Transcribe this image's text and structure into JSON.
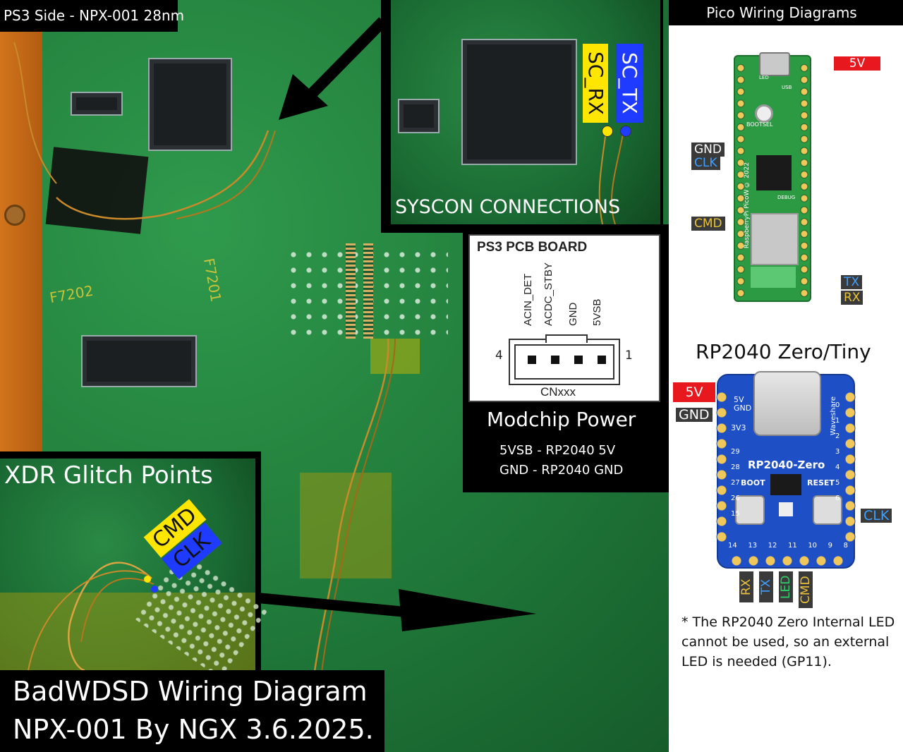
{
  "photo_title": "PS3 Side - NPX-001 28nm",
  "main_title": {
    "line1": "BadWDSD Wiring Diagram",
    "line2": "NPX-001 By NGX 3.6.2025."
  },
  "syscon": {
    "title": "SYSCON CONNECTIONS",
    "rx_label": "SC_RX",
    "tx_label": "SC_TX",
    "rx_color": "#FFE600",
    "tx_color": "#1F3BFF"
  },
  "xdr": {
    "title": "XDR Glitch Points",
    "cmd_label": "CMD",
    "clk_label": "CLK"
  },
  "board_marks": {
    "a": "F7202",
    "b": "F7201"
  },
  "power": {
    "diagram_title": "PS3 PCB BOARD",
    "pins": [
      "ACIN_DET",
      "ACDC_STBY",
      "GND",
      "5VSB"
    ],
    "pin_left": "4",
    "pin_right": "1",
    "connector": "CNxxx",
    "title": "Modchip Power",
    "note1": "5VSB - RP2040 5V",
    "note2": "GND - RP2040 GND"
  },
  "pico": {
    "header": "Pico Wiring Diagrams",
    "labels": {
      "v5": "5V",
      "gnd": "GND",
      "clk": "CLK",
      "cmd": "CMD",
      "tx": "TX",
      "rx": "RX"
    },
    "silk": {
      "bootsel": "BOOTSEL",
      "led": "LED",
      "usb": "USB",
      "vertical": "RaspberryPi PicoW © 2022",
      "debug": "DEBUG"
    }
  },
  "zero": {
    "title": "RP2040 Zero/Tiny",
    "labels": {
      "v5": "5V",
      "gnd": "GND",
      "clk": "CLK",
      "rx": "RX",
      "tx": "TX",
      "led": "LED",
      "cmd": "CMD"
    },
    "silk": {
      "v5": "5V",
      "gnd": "GND",
      "v33": "3V3",
      "name": "RP2040-Zero",
      "boot": "BOOT",
      "reset": "RESET",
      "brand": "Waveshare"
    },
    "left_pins": [
      "29",
      "28",
      "27",
      "26",
      "15"
    ],
    "right_pins": [
      "0",
      "1",
      "2",
      "3",
      "4",
      "5",
      "6"
    ],
    "bottom_pins": [
      "14",
      "13",
      "12",
      "11",
      "10",
      "9",
      "8"
    ],
    "note": [
      "* The RP2040 Zero Internal LED",
      "cannot be used, so an external",
      "LED is needed (GP11)."
    ]
  },
  "colors": {
    "red": "#E8191E",
    "yellow": "#FFE600",
    "blue": "#1E6FE0",
    "dark_tag": "#3a3a3a",
    "gold_text": "#E9C13A",
    "blue_text": "#3FA0FF"
  }
}
